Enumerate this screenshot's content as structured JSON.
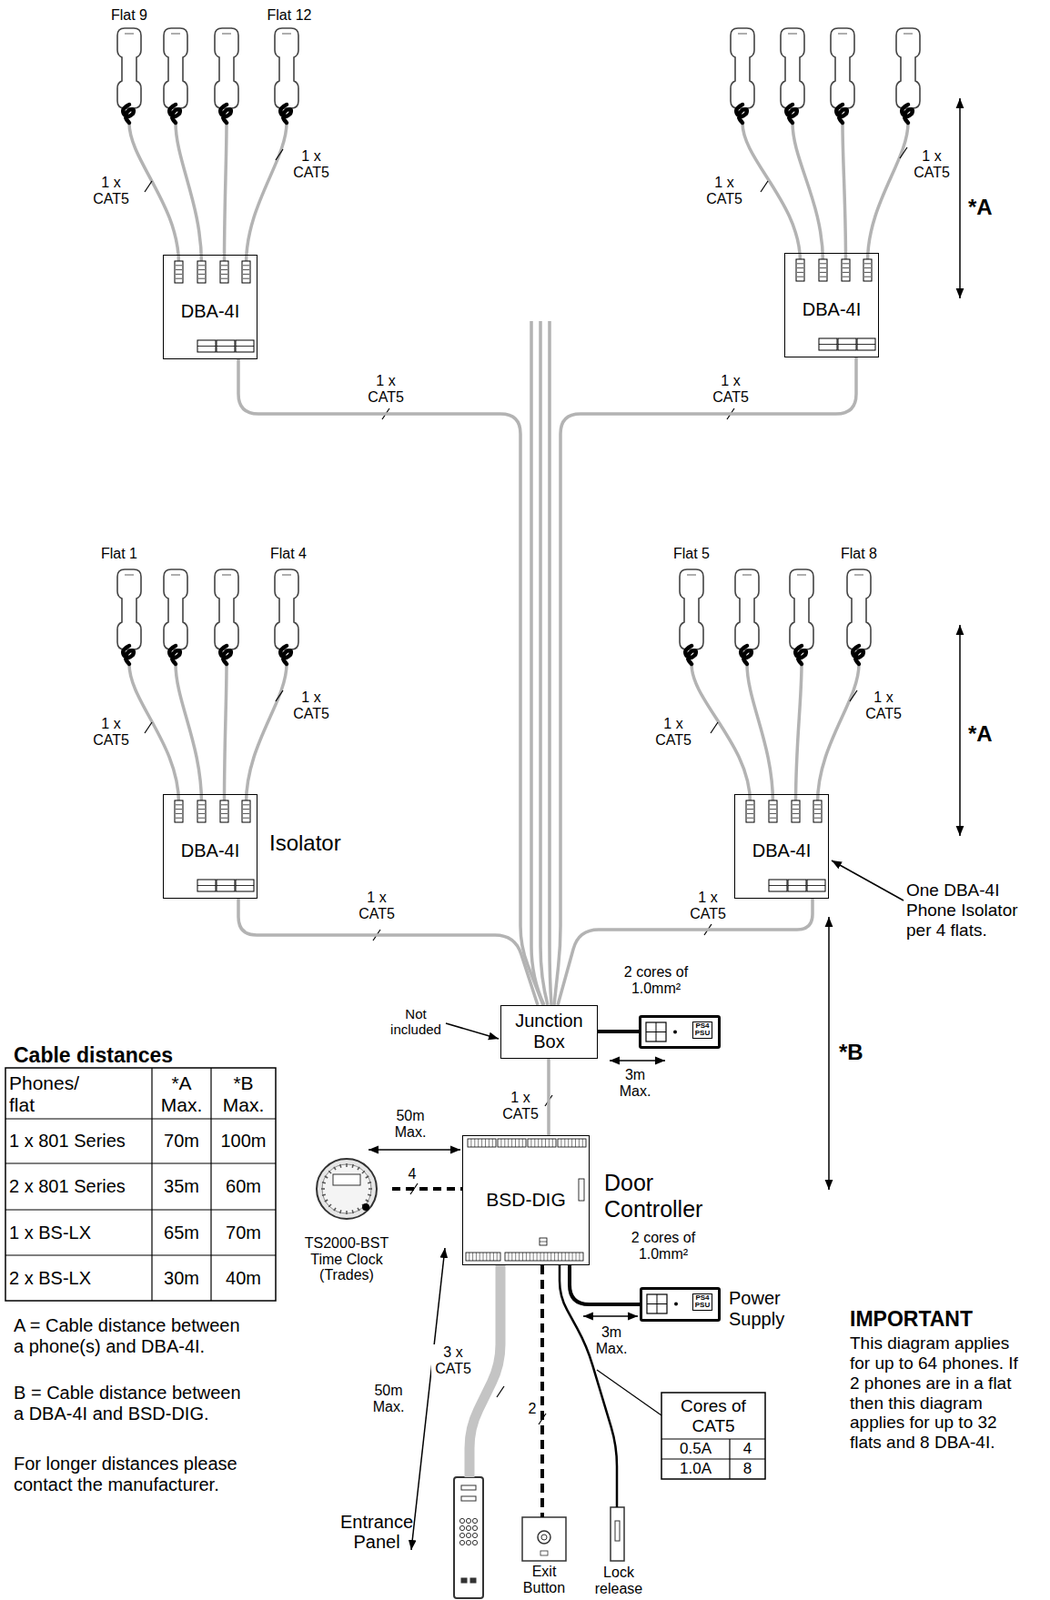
{
  "diagram": {
    "nodes": [
      {
        "text": [
          "DBA-4I"
        ]
      },
      {
        "text": [
          "DBA-4I"
        ]
      },
      {
        "text": [
          "DBA-4I"
        ]
      },
      {
        "text": [
          "DBA-4I"
        ]
      },
      {
        "text": [
          "Junction Box"
        ]
      },
      {
        "text": [
          "PS4 PSU"
        ]
      },
      {
        "text": [
          "BSD-DIG"
        ]
      },
      {
        "text": [
          "TS2000-BST Time Clock (Trades)"
        ]
      },
      {
        "text": [
          "PS4 PSU",
          "Power Supply"
        ]
      },
      {
        "text": [
          "Entrance Panel"
        ]
      },
      {
        "text": [
          "Exit Button"
        ]
      },
      {
        "text": [
          "Lock release"
        ]
      }
    ],
    "edges": [
      {
        "from": 0,
        "to": 4,
        "label": "1 x CAT5",
        "arrow": "none"
      },
      {
        "from": 1,
        "to": 4,
        "label": "1 x CAT5",
        "arrow": "none"
      },
      {
        "from": 2,
        "to": 4,
        "label": "1 x CAT5",
        "arrow": "none"
      },
      {
        "from": 3,
        "to": 4,
        "label": "1 x CAT5",
        "arrow": "none"
      },
      {
        "from": 4,
        "to": 5,
        "label": "2 cores of 1.0mm²",
        "arrow": "none"
      },
      {
        "from": 4,
        "to": 6,
        "label": "1 x CAT5",
        "arrow": "none"
      },
      {
        "from": 7,
        "to": 6,
        "label": "4",
        "arrow": "none"
      },
      {
        "from": 6,
        "to": 8,
        "label": "2 cores of 1.0mm²",
        "arrow": "none"
      },
      {
        "from": 6,
        "to": 9,
        "label": "3 x CAT5",
        "arrow": "none"
      },
      {
        "from": 6,
        "to": 10,
        "label": "2",
        "arrow": "none"
      },
      {
        "from": 6,
        "to": 11,
        "arrow": "none"
      }
    ],
    "labels": [
      "Flat 9",
      "Flat 12",
      "1 x CAT5",
      "1 x CAT5",
      "1 x CAT5",
      "1 x CAT5",
      "*A",
      "Flat 1",
      "Flat 4",
      "Flat 5",
      "Flat 8",
      "1 x CAT5",
      "1 x CAT5",
      "1 x CAT5",
      "1 x CAT5",
      "*A",
      "Isolator",
      "One DBA-4I Phone Isolator per 4 flats.",
      "*B",
      "Not included",
      "3m Max.",
      "Cable distances",
      "Phones/ flat",
      "*A Max.",
      "*B Max.",
      "1 x 801 Series",
      "70m",
      "100m",
      "2 x 801 Series",
      "35m",
      "60m",
      "1 x BS-LX",
      "65m",
      "70m",
      "2 x BS-LX",
      "30m",
      "40m",
      "50m Max.",
      "Door Controller",
      "3m Max.",
      "50m Max.",
      "Cores of CAT5",
      "0.5A",
      "4",
      "1.0A",
      "8",
      "IMPORTANT",
      "This diagram applies for up to 64 phones. If 2 phones are in a flat then this diagram applies for up to 32 flats and 8 DBA-4I.",
      "A = Cable distance between a phone(s) and DBA-4I.",
      "B = Cable distance between a DBA-4I and BSD-DIG.",
      "For longer distances please contact the manufacturer."
    ]
  }
}
